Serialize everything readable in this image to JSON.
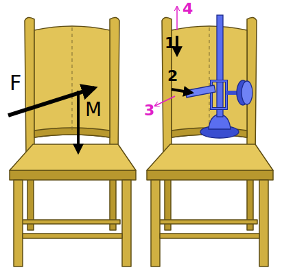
{
  "diagram": {
    "labels": [
      "F",
      "M",
      "1",
      "2",
      "3",
      "4"
    ]
  }
}
